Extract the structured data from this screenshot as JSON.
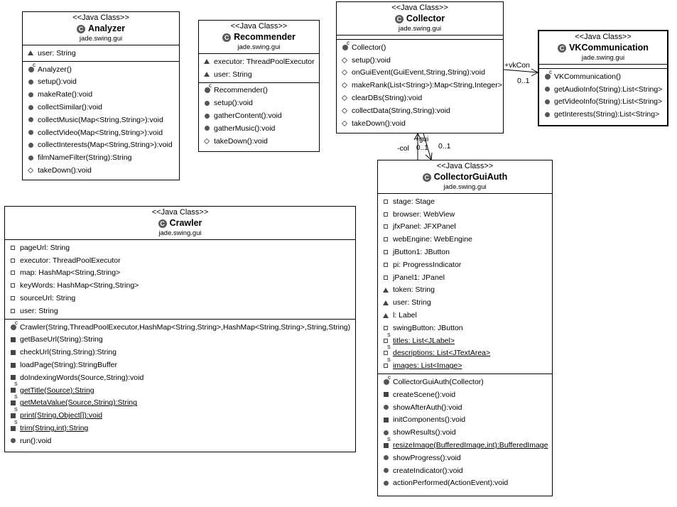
{
  "stereotype": "<<Java Class>>",
  "classes": {
    "analyzer": {
      "name": "Analyzer",
      "package": "jade.swing.gui",
      "fields": [
        {
          "vis": "tri",
          "text": "user: String"
        }
      ],
      "methods": [
        {
          "vis": "ctor",
          "text": "Analyzer()"
        },
        {
          "vis": "dot",
          "text": "setup():void"
        },
        {
          "vis": "dot",
          "text": "makeRate():void"
        },
        {
          "vis": "dot",
          "text": "collectSimilar():void"
        },
        {
          "vis": "dot",
          "text": "collectMusic(Map<String,String>):void"
        },
        {
          "vis": "dot",
          "text": "collectVideo(Map<String,String>):void"
        },
        {
          "vis": "dot",
          "text": "collectInterests(Map<String,String>):void"
        },
        {
          "vis": "dot",
          "text": "filmNameFilter(String):String"
        },
        {
          "vis": "dia",
          "text": "takeDown():void"
        }
      ]
    },
    "recommender": {
      "name": "Recommender",
      "package": "jade.swing.gui",
      "fields": [
        {
          "vis": "tri",
          "text": "executor: ThreadPoolExecutor"
        },
        {
          "vis": "tri",
          "text": "user: String"
        }
      ],
      "methods": [
        {
          "vis": "ctor",
          "text": "Recommender()"
        },
        {
          "vis": "dot",
          "text": "setup():void"
        },
        {
          "vis": "dot",
          "text": "gatherContent():void"
        },
        {
          "vis": "dot",
          "text": "gatherMusic():void"
        },
        {
          "vis": "dia",
          "text": "takeDown():void"
        }
      ]
    },
    "collector": {
      "name": "Collector",
      "package": "jade.swing.gui",
      "fields": [],
      "methods": [
        {
          "vis": "ctor",
          "text": "Collector()"
        },
        {
          "vis": "dia",
          "text": "setup():void"
        },
        {
          "vis": "dia",
          "text": "onGuiEvent(GuiEvent,String,String):void"
        },
        {
          "vis": "dia",
          "text": "makeRank(List<String>):Map<String,Integer>"
        },
        {
          "vis": "dia",
          "text": "clearDBs(String):void"
        },
        {
          "vis": "dia",
          "text": "collectData(String,String):void"
        },
        {
          "vis": "dia",
          "text": "takeDown():void"
        }
      ]
    },
    "vk": {
      "name": "VKCommunication",
      "package": "jade.swing.gui",
      "fields": [],
      "methods": [
        {
          "vis": "ctor",
          "text": "VKCommunication()"
        },
        {
          "vis": "dot",
          "text": "getAudioInfo(String):List<String>"
        },
        {
          "vis": "dot",
          "text": "getVideoInfo(String):List<String>"
        },
        {
          "vis": "dot",
          "text": "getInterests(String):List<String>"
        }
      ]
    },
    "crawler": {
      "name": "Crawler",
      "package": "jade.swing.gui",
      "fields": [
        {
          "vis": "sq",
          "text": "pageUrl: String"
        },
        {
          "vis": "sq",
          "text": "executor: ThreadPoolExecutor"
        },
        {
          "vis": "sq",
          "text": "map: HashMap<String,String>"
        },
        {
          "vis": "sq",
          "text": "keyWords: HashMap<String,String>"
        },
        {
          "vis": "sq",
          "text": "sourceUrl: String"
        },
        {
          "vis": "sq",
          "text": "user: String"
        }
      ],
      "methods": [
        {
          "vis": "ctor",
          "text": "Crawler(String,ThreadPoolExecutor,HashMap<String,String>,HashMap<String,String>,String,String)"
        },
        {
          "vis": "sqf",
          "text": "getBaseUrl(String):String"
        },
        {
          "vis": "sqf",
          "text": "checkUrl(String,String):String"
        },
        {
          "vis": "sqf",
          "text": "loadPage(String):StringBuffer"
        },
        {
          "vis": "sqf",
          "text": "doIndexingWords(Source,String):void"
        },
        {
          "vis": "sqfs",
          "text": "getTitle(Source):String"
        },
        {
          "vis": "sqfs",
          "text": "getMetaValue(Source,String):String"
        },
        {
          "vis": "sqfs",
          "text": "print(String,Object[]):void"
        },
        {
          "vis": "sqfs",
          "text": "trim(String,int):String"
        },
        {
          "vis": "dot",
          "text": "run():void"
        }
      ]
    },
    "gui": {
      "name": "CollectorGuiAuth",
      "package": "jade.swing.gui",
      "fields": [
        {
          "vis": "sq",
          "text": "stage: Stage"
        },
        {
          "vis": "sq",
          "text": "browser: WebView"
        },
        {
          "vis": "sq",
          "text": "jfxPanel: JFXPanel"
        },
        {
          "vis": "sq",
          "text": "webEngine: WebEngine"
        },
        {
          "vis": "sq",
          "text": "jButton1: JButton"
        },
        {
          "vis": "sq",
          "text": "pi: ProgressIndicator"
        },
        {
          "vis": "sq",
          "text": "jPanel1: JPanel"
        },
        {
          "vis": "tri",
          "text": "token: String"
        },
        {
          "vis": "tri",
          "text": "user: String"
        },
        {
          "vis": "tri",
          "text": "l: Label"
        },
        {
          "vis": "sq",
          "text": "swingButton: JButton"
        },
        {
          "vis": "sqs",
          "text": "titles: List<JLabel>"
        },
        {
          "vis": "sqs",
          "text": "descriptions: List<JTextArea>"
        },
        {
          "vis": "sqs",
          "text": "images: List<Image>"
        }
      ],
      "methods": [
        {
          "vis": "ctor",
          "text": "CollectorGuiAuth(Collector)"
        },
        {
          "vis": "sqf",
          "text": "createScene():void"
        },
        {
          "vis": "dot",
          "text": "showAfterAuth():void"
        },
        {
          "vis": "sqf",
          "text": "initComponents():void"
        },
        {
          "vis": "dot",
          "text": "showResults():void"
        },
        {
          "vis": "sqfs",
          "text": "resizeImage(BufferedImage,int):BufferedImage"
        },
        {
          "vis": "dot",
          "text": "showProgress():void"
        },
        {
          "vis": "dot",
          "text": "createIndicator():void"
        },
        {
          "vis": "dot",
          "text": "actionPerformed(ActionEvent):void"
        }
      ]
    }
  },
  "associations": {
    "vk_role": "+vkCon",
    "vk_mult": "0..1",
    "col_role": "-col",
    "gui_role": "+gui",
    "col_mult": "0..1",
    "gui_mult": "0..1"
  }
}
